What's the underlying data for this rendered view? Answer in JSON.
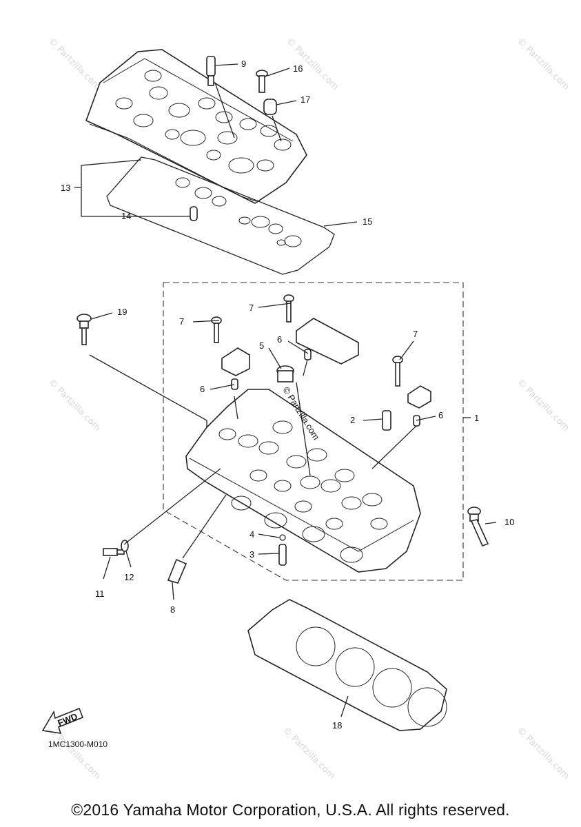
{
  "callouts": [
    "1",
    "2",
    "3",
    "4",
    "5",
    "6",
    "6",
    "6",
    "7",
    "7",
    "7",
    "8",
    "9",
    "10",
    "11",
    "12",
    "13",
    "14",
    "15",
    "16",
    "17",
    "18",
    "19"
  ],
  "fwd_label": "FWD",
  "diagram_code": "1MC1300-M010",
  "watermark": "© Partzilla.com",
  "copyright": "©2016 Yamaha Motor Corporation, U.S.A. All rights reserved."
}
